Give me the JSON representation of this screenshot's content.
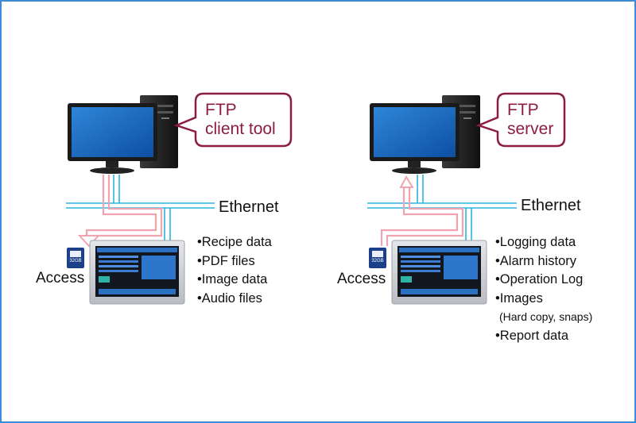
{
  "left_panel": {
    "bubble_line1": "FTP",
    "bubble_line2": "client tool",
    "ethernet_label": "Ethernet",
    "access_label": "Access",
    "sd_card_label": "32GB",
    "items": [
      "•Recipe data",
      "•PDF files",
      "•Image data",
      "•Audio files"
    ]
  },
  "right_panel": {
    "bubble_line1": "FTP",
    "bubble_line2": "server",
    "ethernet_label": "Ethernet",
    "access_label": "Access",
    "sd_card_label": "32GB",
    "items": [
      "•Logging data",
      "•Alarm history",
      "•Operation Log",
      "•Images",
      "(Hard copy, snaps)",
      "•Report data"
    ]
  },
  "colors": {
    "frame": "#3b8bd6",
    "ethernet_cable": "#2ab4e0",
    "data_flow_arrow": "#f2a3b0",
    "bubble_border": "#8c1d3f",
    "monitor_screen": "#1f6fc7"
  }
}
